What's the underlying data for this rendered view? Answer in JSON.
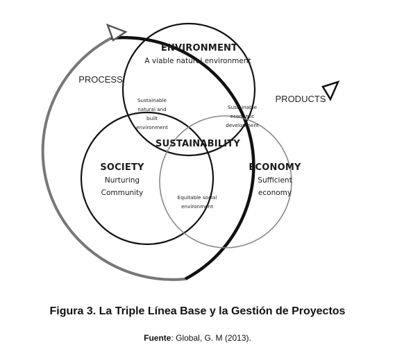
{
  "diagram": {
    "flow_labels": {
      "process": "PROCESS",
      "products": "PRODUCTS"
    },
    "circles": {
      "environment": {
        "title": "ENVIRONMENT",
        "subtitle": "A viable natural environment"
      },
      "society": {
        "title": "SOCIETY",
        "line1": "Nurturing",
        "line2": "Community"
      },
      "economy": {
        "title": "ECONOMY",
        "line1": "Sufficient",
        "line2": "economy"
      }
    },
    "overlaps": {
      "env_society": [
        "Sustainable",
        "natural and",
        "built",
        "environment"
      ],
      "env_economy": [
        "Sustainable",
        "economic",
        "development"
      ],
      "society_economy": [
        "Equitable social",
        "environment"
      ],
      "center": "SUSTAINABILITY"
    }
  },
  "caption": {
    "title": "Figura 3. La Triple Línea Base y la Gestión de Proyectos",
    "source_label": "Fuente",
    "source_text": ": Global, G.  M (2013)."
  }
}
